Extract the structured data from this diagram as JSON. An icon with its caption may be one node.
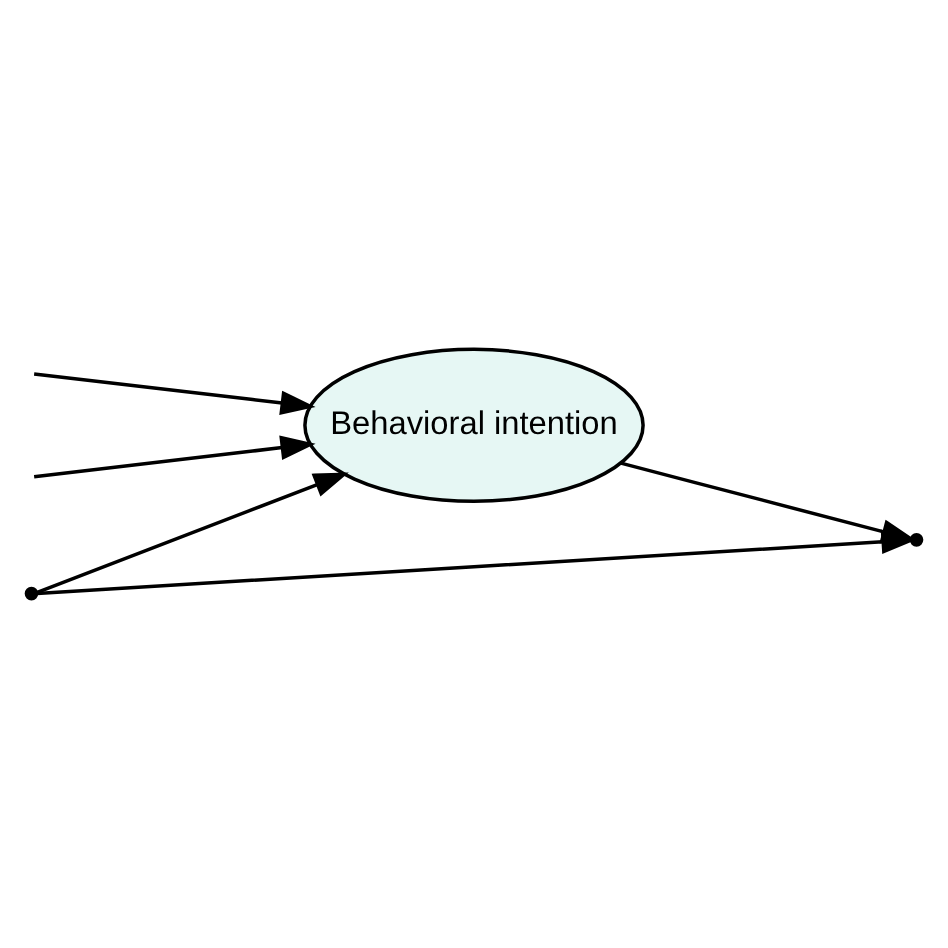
{
  "diagram": {
    "nodes": [
      {
        "text": [
          "Behavioral intention"
        ]
      },
      {
        "text": [],
        "shape": "point"
      },
      {
        "text": [],
        "shape": "point"
      }
    ],
    "edges": [
      {
        "from": null,
        "to": 0,
        "arrow": "to"
      },
      {
        "from": null,
        "to": 0,
        "arrow": "to"
      },
      {
        "from": 1,
        "to": 0,
        "arrow": "to"
      },
      {
        "from": 0,
        "to": 2,
        "arrow": "to"
      },
      {
        "from": 1,
        "to": 2,
        "arrow": "to"
      }
    ]
  }
}
